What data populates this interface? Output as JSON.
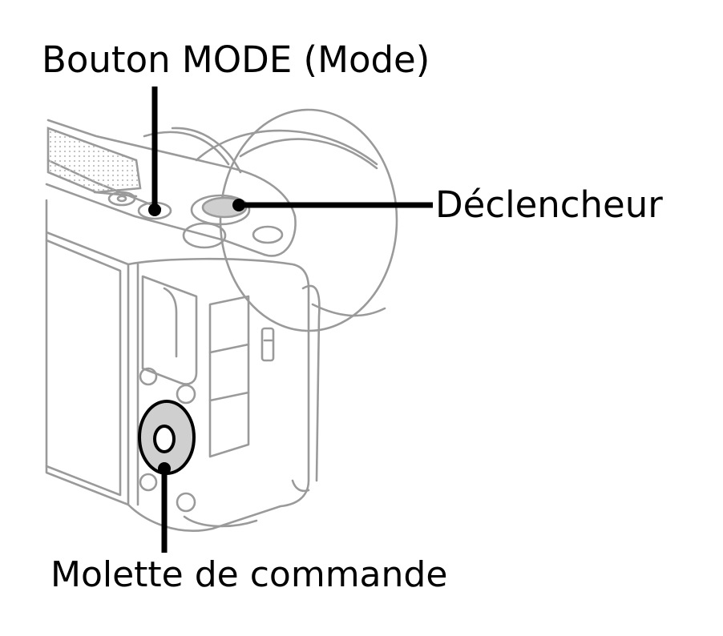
{
  "callouts": {
    "mode_button": "Bouton MODE (Mode)",
    "shutter_button": "Déclencheur",
    "control_wheel": "Molette de commande"
  },
  "colors": {
    "outline": "#9a9a9a",
    "highlight": "#cfcfcf",
    "leader": "#000000"
  }
}
